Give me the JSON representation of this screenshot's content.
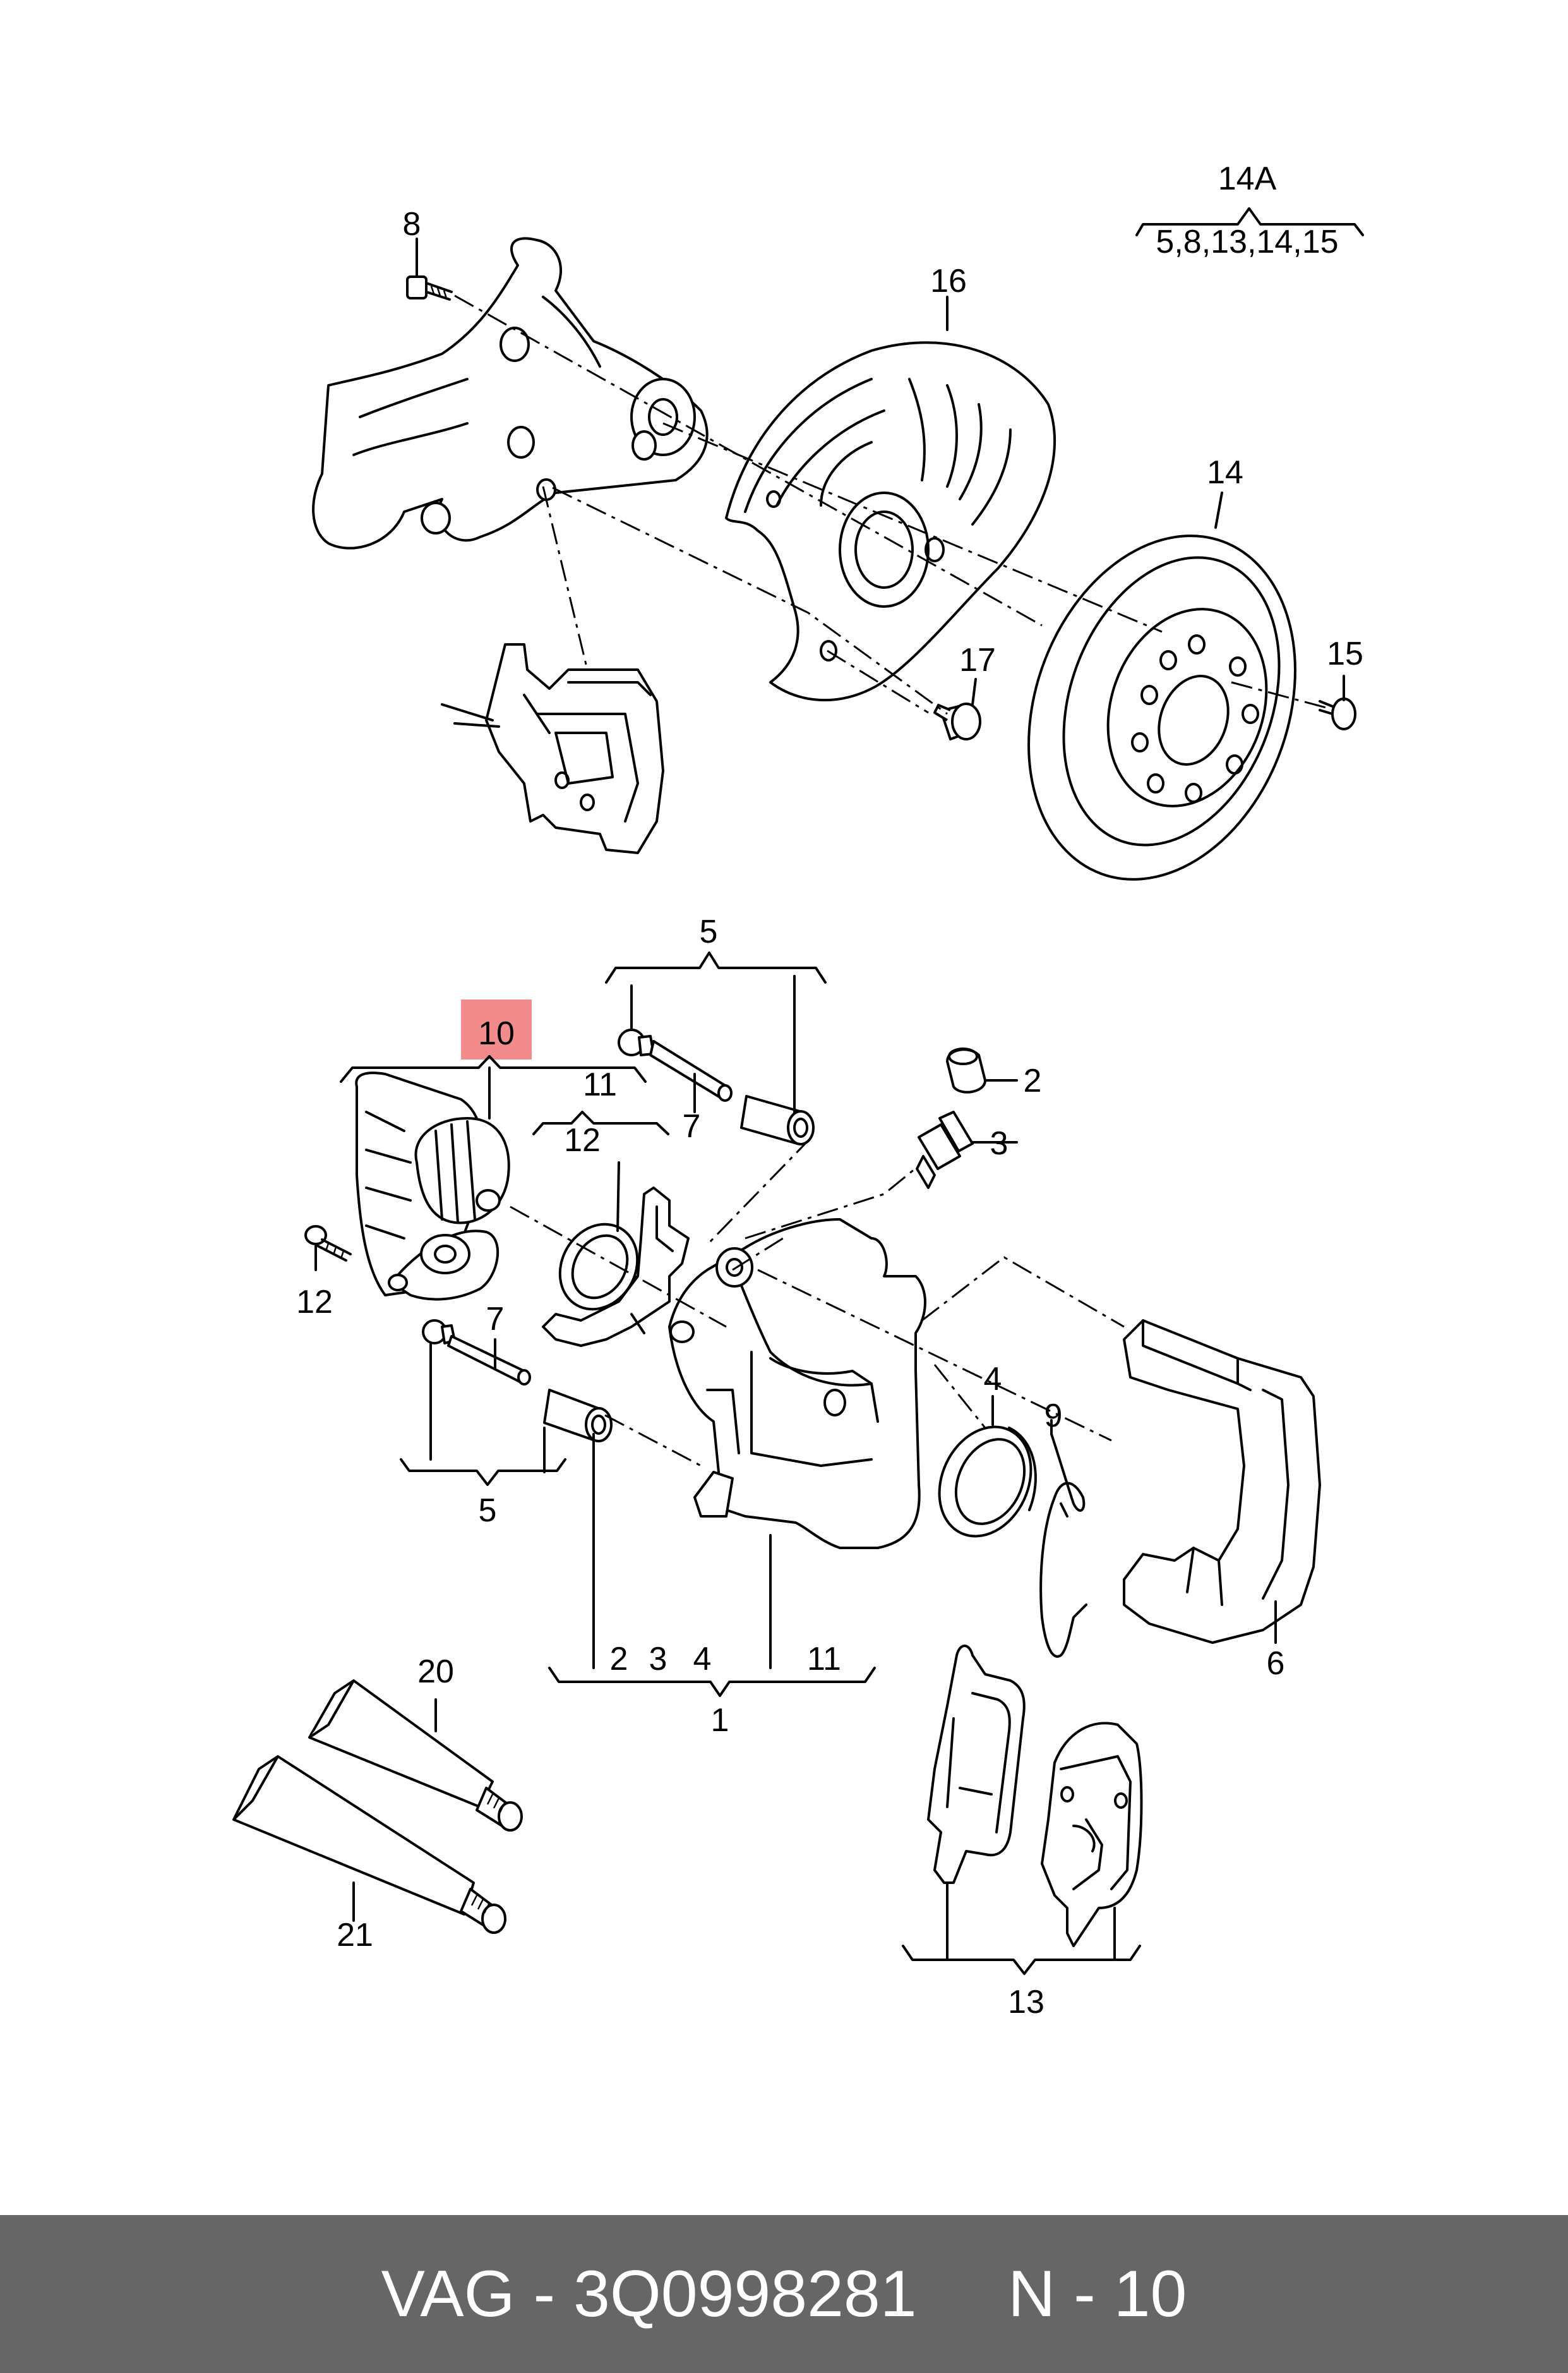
{
  "callouts": {
    "c1": "1",
    "c2a": "2",
    "c2b": "2",
    "c3a": "3",
    "c3b": "3",
    "c4a": "4",
    "c4b": "4",
    "c5a": "5",
    "c5b": "5",
    "c6": "6",
    "c7a": "7",
    "c7b": "7",
    "c8": "8",
    "c9": "9",
    "c10": "10",
    "c11a": "11",
    "c11b": "11",
    "c12a": "12",
    "c12b": "12",
    "c13": "13",
    "c14": "14",
    "c14a": "14A",
    "c14a_list": "5,8,13,14,15",
    "c15": "15",
    "c16": "16",
    "c17": "17",
    "c20": "20",
    "c21": "21"
  },
  "highlight": {
    "part": "10",
    "color": "#f28b8b"
  },
  "footer": {
    "brand": "VAG",
    "sep": " - ",
    "part_number": "3Q0998281",
    "gap": "     ",
    "position": "N - 10"
  },
  "colors": {
    "footer_bg": "#666666",
    "footer_text": "#ffffff",
    "line": "#000000"
  }
}
